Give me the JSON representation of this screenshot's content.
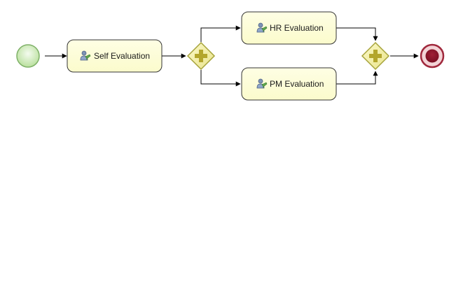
{
  "process": {
    "start_event": {
      "kind": "start-event"
    },
    "end_event": {
      "kind": "end-event"
    },
    "tasks": {
      "self_evaluation": {
        "label": "Self Evaluation",
        "icon": "user-task-icon"
      },
      "hr_evaluation": {
        "label": "HR Evaluation",
        "icon": "user-task-icon"
      },
      "pm_evaluation": {
        "label": "PM Evaluation",
        "icon": "user-task-icon"
      }
    },
    "gateways": {
      "fork": {
        "kind": "parallel-gateway",
        "icon": "plus-icon"
      },
      "join": {
        "kind": "parallel-gateway",
        "icon": "plus-icon"
      }
    }
  },
  "colors": {
    "task_fill": "#fdfdd6",
    "task_stroke": "#333333",
    "gateway_fill": "#f3f0a4",
    "gateway_stroke": "#a6a33a",
    "gateway_plus": "#b3a62c",
    "start_fill": "#c9eab2",
    "start_stroke": "#7fb168",
    "end_fill": "#8f1a2c",
    "end_stroke": "#a0283c",
    "flow": "#000000"
  }
}
